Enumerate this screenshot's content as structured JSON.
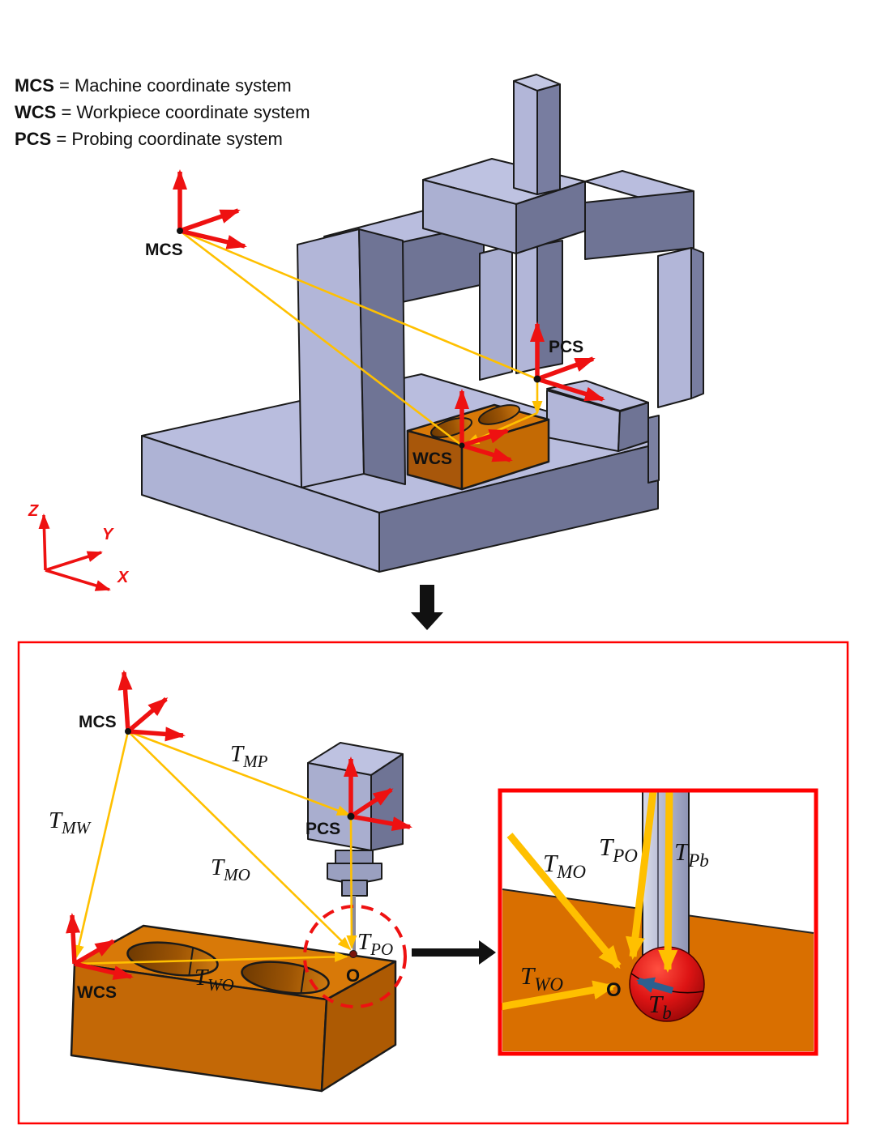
{
  "legend": {
    "items": [
      {
        "abbr": "MCS",
        "rest": " = Machine coordinate system"
      },
      {
        "abbr": "WCS",
        "rest": " = Workpiece coordinate system"
      },
      {
        "abbr": "PCS",
        "rest": " = Probing coordinate system"
      }
    ]
  },
  "top": {
    "labels": {
      "mcs": "MCS",
      "wcs": "WCS",
      "pcs": "PCS"
    },
    "axes": {
      "x": "X",
      "y": "Y",
      "z": "Z"
    }
  },
  "bottom": {
    "labels": {
      "mcs": "MCS",
      "wcs": "WCS",
      "pcs": "PCS",
      "origin": "O"
    },
    "vectors": {
      "mp": {
        "main": "T",
        "sub": "MP"
      },
      "mw": {
        "main": "T",
        "sub": "MW"
      },
      "mo": {
        "main": "T",
        "sub": "MO"
      },
      "po": {
        "main": "T",
        "sub": "PO"
      },
      "wo": {
        "main": "T",
        "sub": "WO"
      }
    }
  },
  "inset": {
    "labels": {
      "origin": "O"
    },
    "vectors": {
      "mo": {
        "main": "T",
        "sub": "MO"
      },
      "po": {
        "main": "T",
        "sub": "PO"
      },
      "pb": {
        "main": "T",
        "sub": "Pb"
      },
      "wo": {
        "main": "T",
        "sub": "WO"
      },
      "b": {
        "main": "T",
        "sub": "b"
      }
    }
  },
  "colors": {
    "arrow_red": "#ee1111",
    "vector_yellow": "#ffc000",
    "ball_arrow_blue": "#2d608f",
    "machine_light": "#b9bdde",
    "machine_dark": "#6f7495",
    "workpiece_orange": "#d87908",
    "inset_surface_orange": "#d96f00",
    "probe_ball_red": "#c01010",
    "box_border_red": "#ff0000"
  }
}
